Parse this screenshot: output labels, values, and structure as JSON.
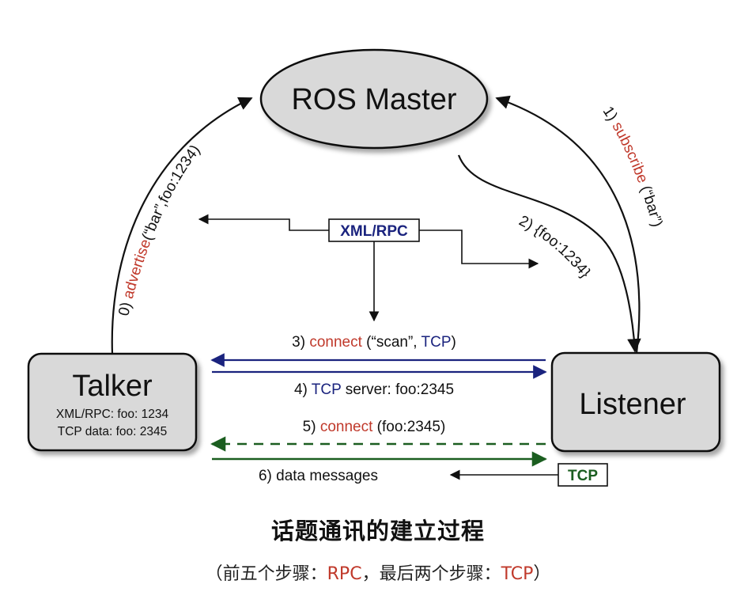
{
  "nodes": {
    "master": "ROS Master",
    "talker": "Talker",
    "talker_info": [
      "XML/RPC: foo: 1234",
      "TCP data: foo: 2345"
    ],
    "listener": "Listener"
  },
  "boxes": {
    "xmlrpc": "XML/RPC",
    "tcp": "TCP"
  },
  "steps": {
    "s0_num": "0) ",
    "s0_fn": "advertise",
    "s0_args": "(“bar”,foo:1234)",
    "s1_num": "1) ",
    "s1_fn": "subscribe",
    "s1_args": " (“bar”)",
    "s2": "2) {foo:1234}",
    "s3_num": "3) ",
    "s3_fn": "connect",
    "s3_args1": " (“scan”, ",
    "s3_tcp": "TCP",
    "s3_args2": ")",
    "s4_num": "4) ",
    "s4_tcp": "TCP",
    "s4_rest": " server: foo:2345",
    "s5_num": "5) ",
    "s5_fn": "connect",
    "s5_args": " (foo:2345)",
    "s6": "6) data messages"
  },
  "caption": {
    "title": "话题通讯的建立过程",
    "sub_a": "（前五个步骤：",
    "sub_rpc": "RPC",
    "sub_b": "，最后两个步骤：",
    "sub_tcp": "TCP",
    "sub_c": "）"
  },
  "colors": {
    "red": "#c0392b",
    "blue": "#1a237e",
    "green": "#1b5e20",
    "node_fill": "#d9d9d9"
  }
}
